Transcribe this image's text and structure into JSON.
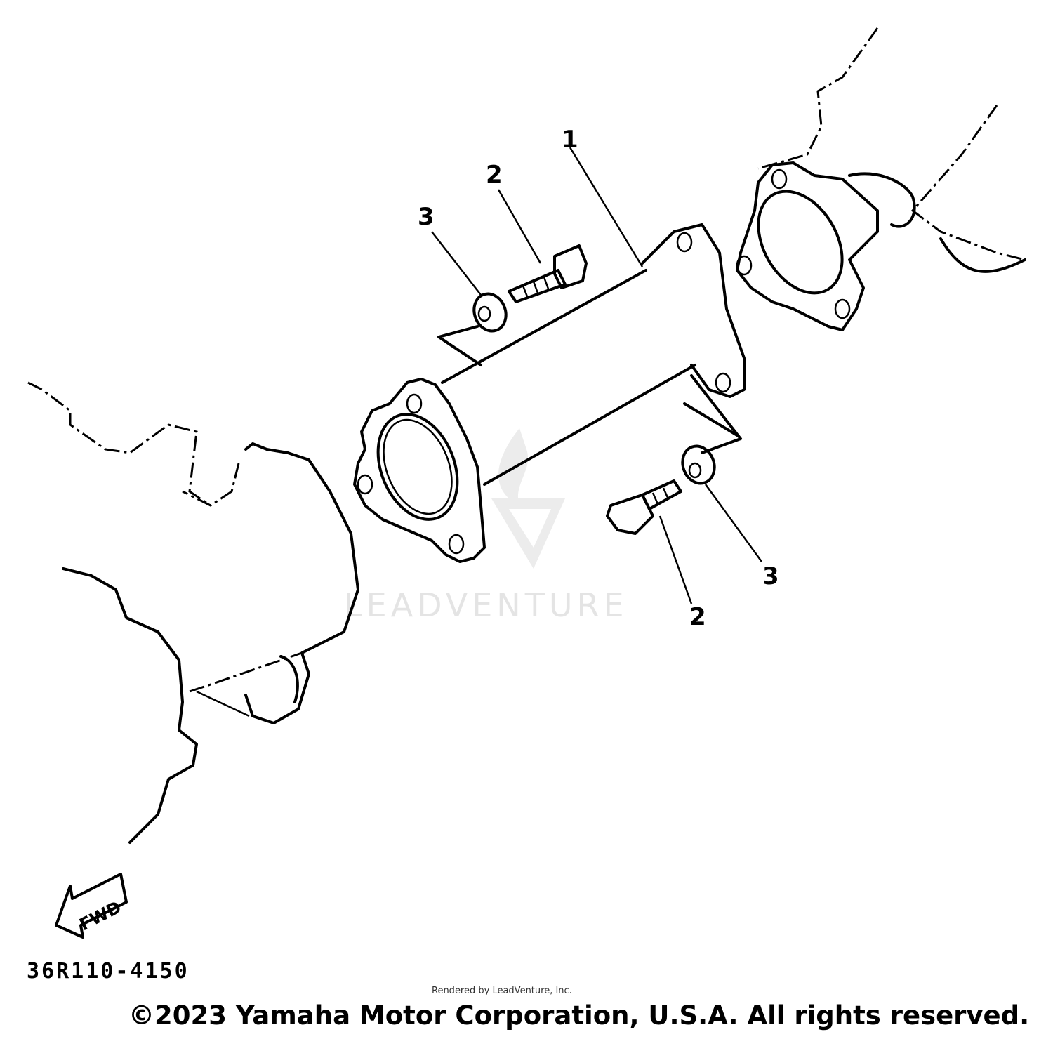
{
  "diagram": {
    "callouts": [
      {
        "id": "1",
        "part": "pipe"
      },
      {
        "id": "2",
        "part": "bolt-upper"
      },
      {
        "id": "3",
        "part": "washer-upper"
      },
      {
        "id": "2",
        "part": "bolt-lower"
      },
      {
        "id": "3",
        "part": "washer-lower"
      }
    ],
    "direction_arrow": "FWD",
    "drawing_code": "36R110-4150",
    "watermark": "LEADVENTURE",
    "copyright": "©2023 Yamaha Motor Corporation, U.S.A. All rights reserved.",
    "render_credit": "Rendered by LeadVenture, Inc."
  }
}
